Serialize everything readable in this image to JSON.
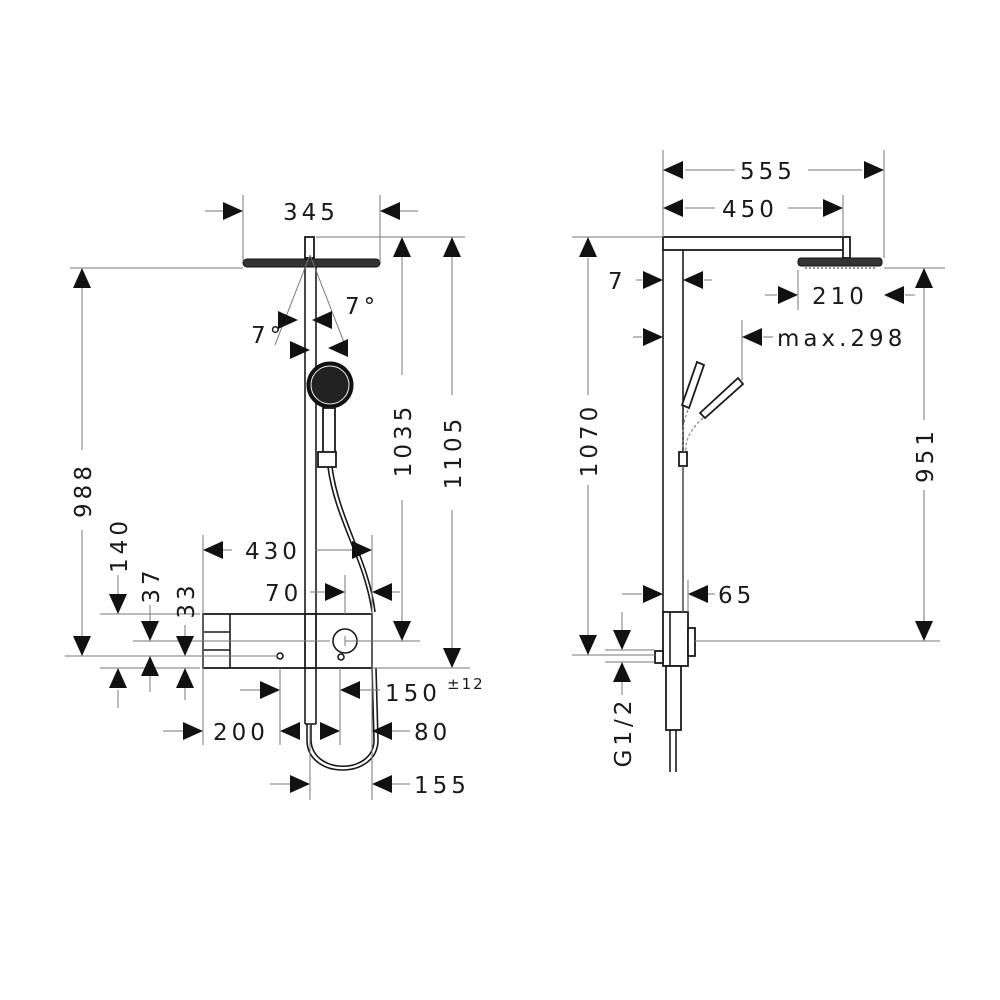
{
  "front_view": {
    "labels": {
      "width_head": "345",
      "height_arm": "1035",
      "height_total": "1105",
      "height_head": "988",
      "angle_left": "7°",
      "angle_right": "7°",
      "width_thermostat": "430",
      "offset_70": "70",
      "dim_140": "140",
      "dim_37": "37",
      "dim_33": "33",
      "spacing": "150",
      "tolerance": "±12",
      "dim_200": "200",
      "dim_80": "80",
      "dim_155": "155"
    }
  },
  "side_view": {
    "labels": {
      "projection_total": "555",
      "arm_length": "450",
      "dim_7": "7",
      "head_diameter": "210",
      "max_hand": "max.298",
      "height_1070": "1070",
      "height_951": "951",
      "depth_65": "65",
      "connection": "G1/2"
    }
  }
}
